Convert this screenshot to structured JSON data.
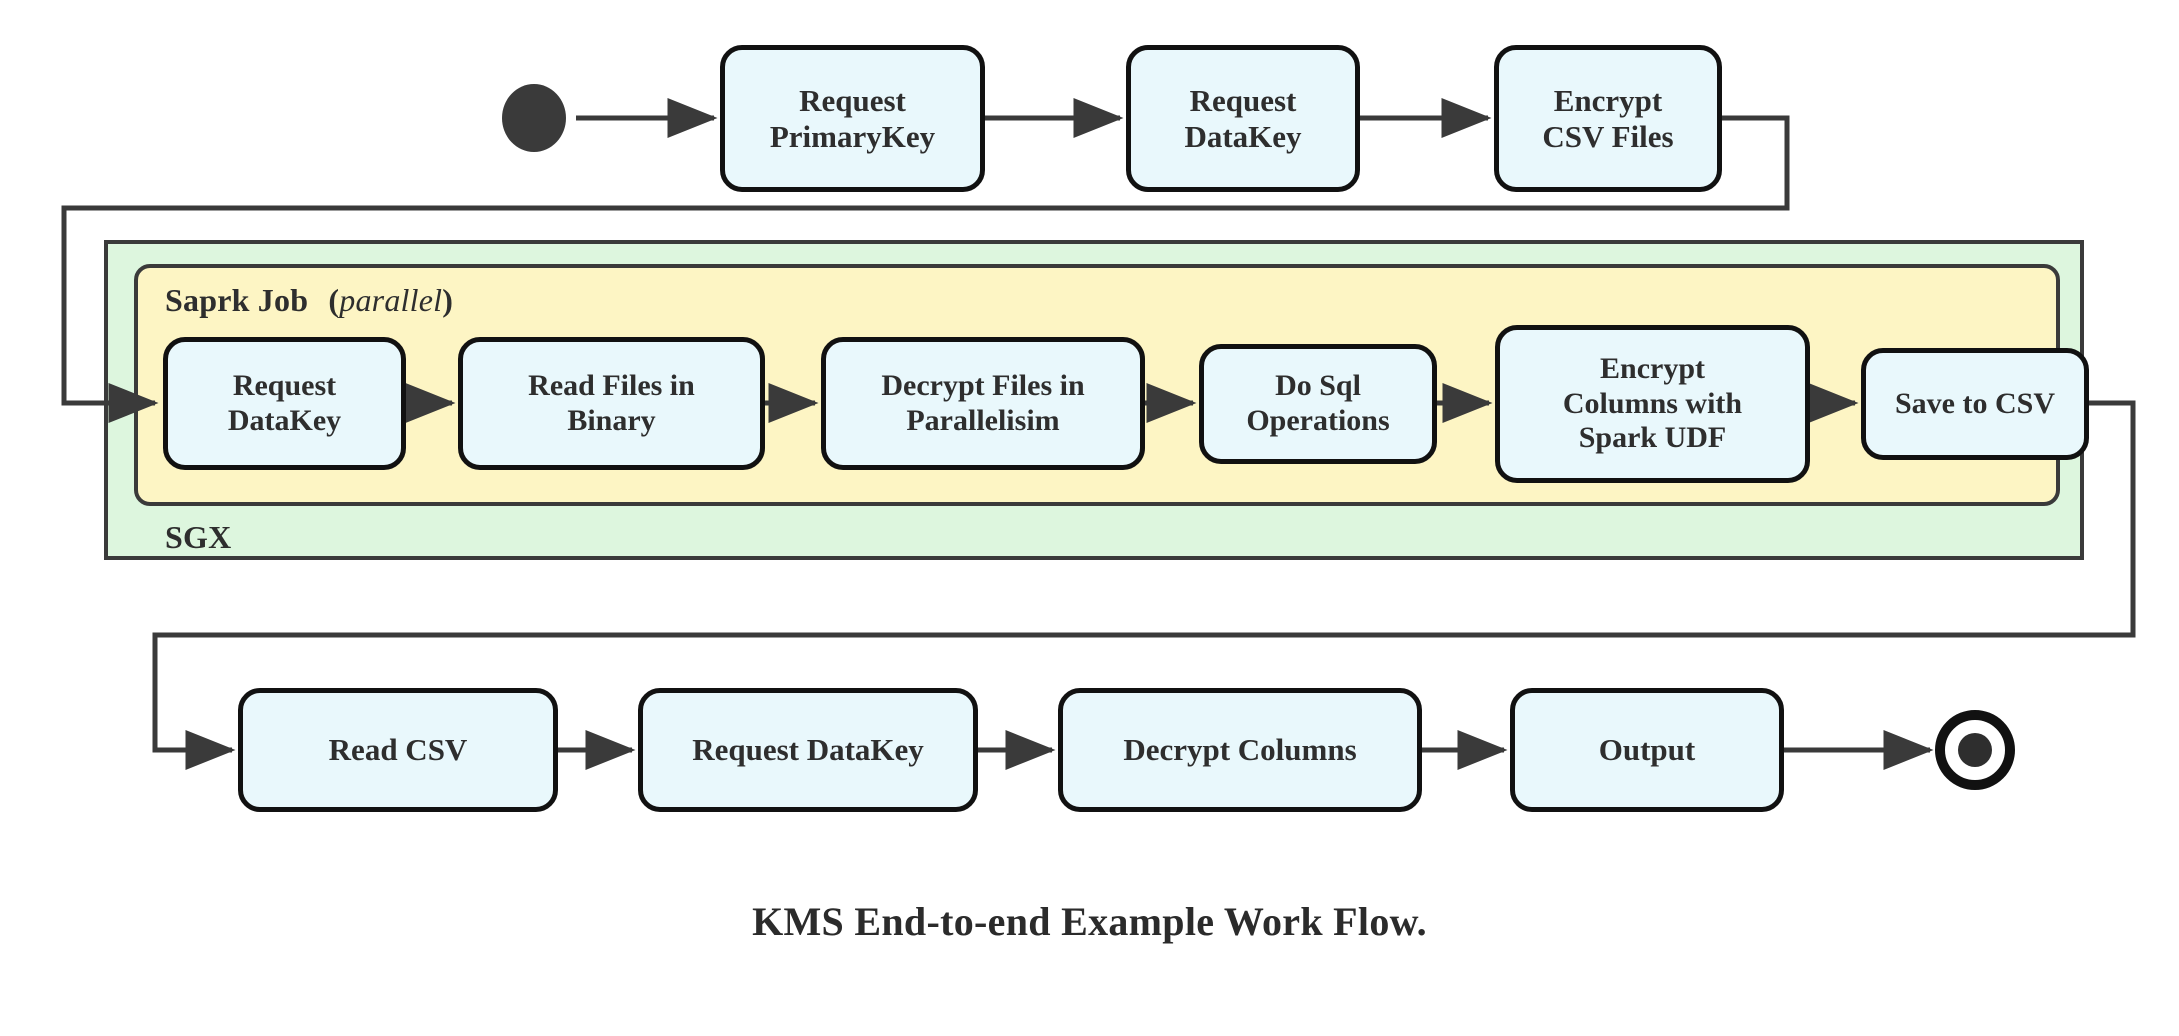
{
  "diagram": {
    "caption": "KMS End-to-end Example Work Flow.",
    "colors": {
      "node_fill": "#e9f8fc",
      "node_stroke": "#111111",
      "sgx_fill": "#ddf6de",
      "spark_fill": "#fdf5c4",
      "container_stroke": "#3a3a3a",
      "connector": "#3a3a3a",
      "text": "#2e2e2e"
    },
    "containers": [
      {
        "id": "sgx",
        "label": "SGX",
        "label_position": "bottom-left"
      },
      {
        "id": "spark",
        "label_main": "Saprk Job",
        "label_paren": "(parallel)",
        "label_italic_part": "parallel",
        "label_position": "top-left"
      }
    ],
    "start_node": {
      "name": "start-node",
      "shape": "filled-circle"
    },
    "end_node": {
      "name": "end-node",
      "shape": "ring-with-dot"
    },
    "rows": {
      "top": [
        {
          "id": "n1",
          "lines": [
            "Request",
            "PrimaryKey"
          ]
        },
        {
          "id": "n2",
          "lines": [
            "Request",
            "DataKey"
          ]
        },
        {
          "id": "n3",
          "lines": [
            "Encrypt",
            "CSV Files"
          ]
        }
      ],
      "middle": [
        {
          "id": "m1",
          "lines": [
            "Request",
            "DataKey"
          ]
        },
        {
          "id": "m2",
          "lines": [
            "Read Files in",
            "Binary"
          ]
        },
        {
          "id": "m3",
          "lines": [
            "Decrypt Files in",
            "Parallelisim"
          ]
        },
        {
          "id": "m4",
          "lines": [
            "Do Sql",
            "Operations"
          ]
        },
        {
          "id": "m5",
          "lines": [
            "Encrypt",
            "Columns with",
            "Spark UDF"
          ]
        },
        {
          "id": "m6",
          "lines": [
            "Save to CSV"
          ]
        }
      ],
      "bottom": [
        {
          "id": "b1",
          "lines": [
            "Read CSV"
          ]
        },
        {
          "id": "b2",
          "lines": [
            "Request DataKey"
          ]
        },
        {
          "id": "b3",
          "lines": [
            "Decrypt Columns"
          ]
        },
        {
          "id": "b4",
          "lines": [
            "Output"
          ]
        }
      ]
    },
    "flow_order": [
      "start",
      "Request PrimaryKey",
      "Request DataKey",
      "Encrypt CSV Files",
      "Request DataKey",
      "Read Files in Binary",
      "Decrypt Files in Parallelisim",
      "Do Sql Operations",
      "Encrypt Columns with Spark UDF",
      "Save to CSV",
      "Read CSV",
      "Request DataKey",
      "Decrypt Columns",
      "Output",
      "end"
    ]
  }
}
